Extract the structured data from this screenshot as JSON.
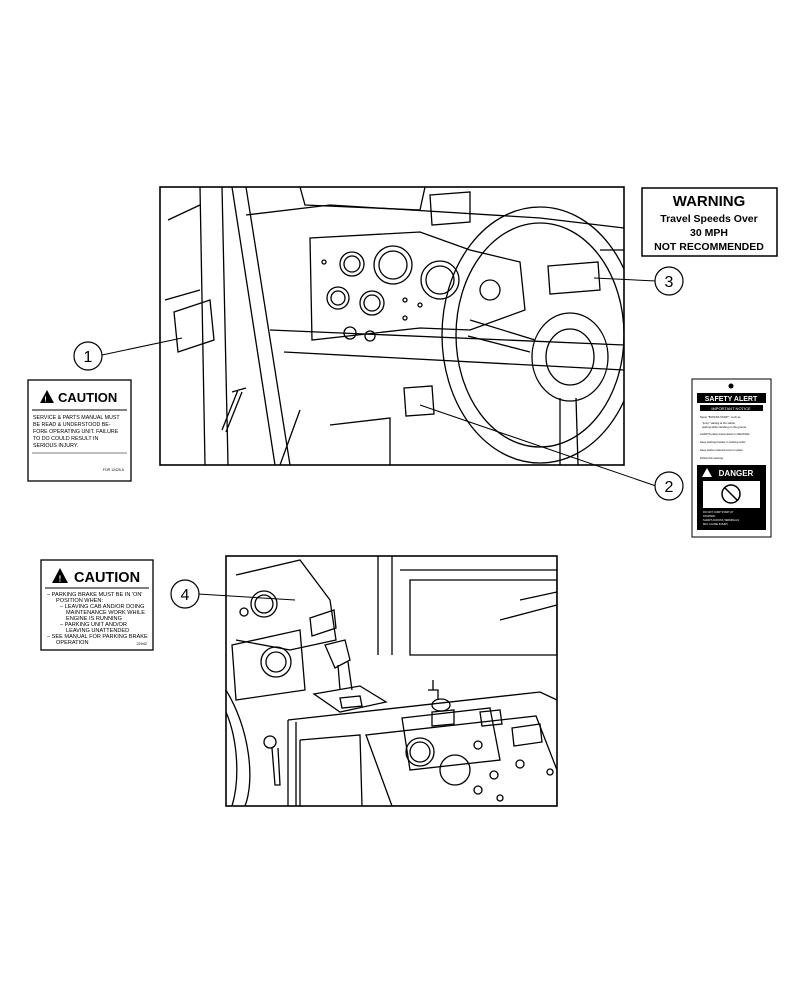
{
  "callouts": {
    "c1": "1",
    "c2": "2",
    "c3": "3",
    "c4": "4"
  },
  "warning_decal": {
    "title": "WARNING",
    "line1": "Travel Speeds Over",
    "line2": "30 MPH",
    "line3": "NOT RECOMMENDED"
  },
  "caution_decal_1": {
    "title": "CAUTION",
    "lines": [
      "SERVICE & PARTS MANUAL MUST",
      "BE READ & UNDERSTOOD BE-",
      "FORE OPERATING UNIT. FAILURE",
      "TO DO COULD RESULT IN",
      "SERIOUS INJURY."
    ],
    "part_no": "FOR 12425 A"
  },
  "safety_alert_decal": {
    "title": "SAFETY ALERT",
    "subtitle": "IMPORTANT NOTICE",
    "lines": [
      "Never \"BYPASS START\", such as",
      "\"jump\" starting at the starter,",
      "starting while standing on the ground.",
      "ALWAYS place transmission in NEUTRAL.",
      "Keep starting booster in working order.",
      "Keep starter solenoid cover in place.",
      "Follow this warning."
    ],
    "danger_title": "DANGER",
    "danger_lines": [
      "DO NOT JUMP START AT",
      "STARTER.",
      "SHORT ACROSS TERMINALS",
      "MAY CAUSE INJURY."
    ]
  },
  "caution_decal_2": {
    "title": "CAUTION",
    "lines": [
      "– PARKING BRAKE MUST BE IN 'ON'",
      "POSITION WHEN:",
      "– LEAVING CAB AND/OR DOING",
      "MAINTENANCE WORK WHILE",
      "ENGINE IS RUNNING",
      "– PARKING UNIT AND/OR",
      "LEAVING UNATTENDED",
      "– SEE MANUAL FOR PARKING BRAKE",
      "OPERATION"
    ],
    "part_no": "22942"
  }
}
